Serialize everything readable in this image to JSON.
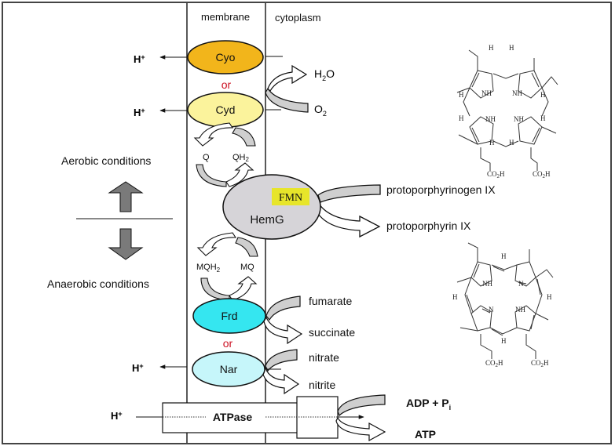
{
  "regions": {
    "membrane": "membrane",
    "cytoplasm": "cytoplasm"
  },
  "conditions": {
    "aerobic": "Aerobic conditions",
    "anaerobic": "Anaerobic conditions"
  },
  "enzymes": {
    "cyo": {
      "label": "Cyo",
      "color": "#f2b51b"
    },
    "cyd": {
      "label": "Cyd",
      "color": "#fbf39c"
    },
    "hemg": {
      "label": "HemG",
      "color": "#d6d4d8"
    },
    "fmn": {
      "label": "FMN",
      "color": "#e7e52a"
    },
    "frd": {
      "label": "Frd",
      "color": "#35e6f0"
    },
    "nar": {
      "label": "Nar",
      "color": "#c6f6fa"
    },
    "atpase": {
      "label": "ATPase"
    }
  },
  "connectors": {
    "or_upper": "or",
    "or_lower": "or",
    "or_color": "#cc1122"
  },
  "protons": {
    "symbol": "H",
    "charge": "+"
  },
  "quinones": {
    "q": "Q",
    "qh2": "QH",
    "qh2_sub": "2",
    "mqh2": "MQH",
    "mqh2_sub": "2",
    "mq": "MQ"
  },
  "substrates": {
    "h2o_a": "H",
    "h2o_sub": "2",
    "h2o_b": "O",
    "o2": "O",
    "o2_sub": "2",
    "protoporphyrinogen": "protoporphyrinogen IX",
    "protoporphyrin": "protoporphyrin IX",
    "fumarate": "fumarate",
    "succinate": "succinate",
    "nitrate": "nitrate",
    "nitrite": "nitrite",
    "adp": "ADP + P",
    "adp_sub": "i",
    "atp": "ATP"
  },
  "structures": {
    "atoms": {
      "h": "H",
      "nh": "NH",
      "n": "N",
      "co2h_a": "CO",
      "co2h_sub": "2",
      "co2h_b": "H"
    }
  },
  "colors": {
    "arrow_fill": "#cfcfcf",
    "arrow_dark": "#7a7a7a",
    "border": "#444444"
  }
}
